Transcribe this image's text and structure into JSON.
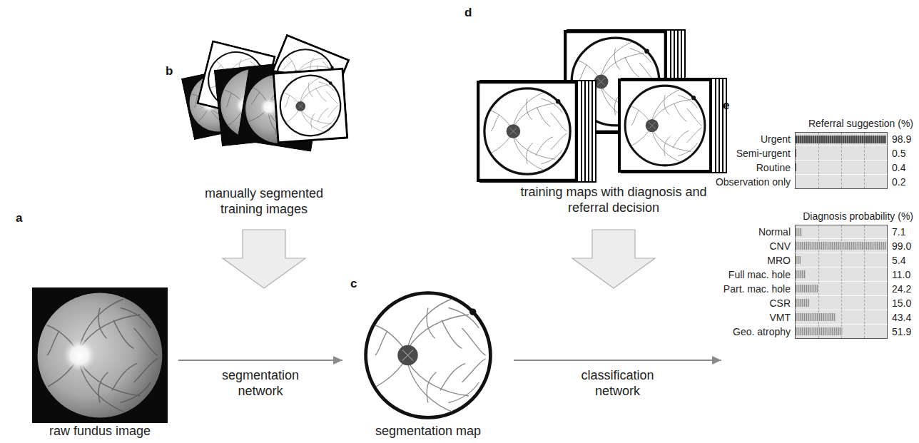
{
  "diagram": {
    "nodes": [
      {
        "text": [
          "raw fundus image"
        ]
      },
      {
        "text": [
          "manually segmented training images"
        ]
      },
      {
        "text": [
          "segmentation map"
        ]
      },
      {
        "text": [
          "training maps with diagnosis and referral decision"
        ]
      },
      {
        "text": [
          "Referral suggestion (%)",
          "Urgent",
          "98.9",
          "Semi-urgent",
          "0.5",
          "Routine",
          "0.4",
          "Observation only",
          "0.2"
        ]
      },
      {
        "text": [
          "Diagnosis probability (%)",
          "Normal",
          "7.1",
          "CNV",
          "99.0",
          "MRO",
          "5.4",
          "Full mac. hole",
          "11.0",
          "Part. mac. hole",
          "24.2",
          "CSR",
          "15.0",
          "VMT",
          "43.4",
          "Geo. atrophy",
          "51.9"
        ]
      }
    ],
    "edges": [
      {
        "from": 0,
        "to": 2,
        "arrow": "to",
        "label": "segmentation network"
      },
      {
        "from": 2,
        "to": 5,
        "arrow": "to",
        "label": "classification network"
      }
    ],
    "labels": [
      "a",
      "b",
      "c",
      "d",
      "e"
    ]
  }
}
